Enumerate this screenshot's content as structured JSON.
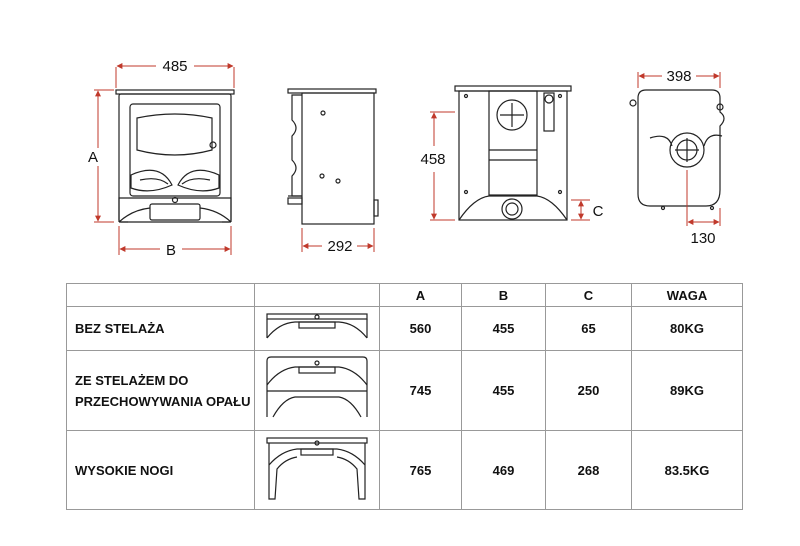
{
  "dimensions": {
    "front_width": "485",
    "front_height_label": "A",
    "front_base_label": "B",
    "side_depth": "292",
    "back_height": "458",
    "back_outlet_label": "C",
    "top_width": "398",
    "top_flue_offset": "130"
  },
  "table": {
    "headers": [
      "",
      "",
      "A",
      "B",
      "C",
      "WAGA"
    ],
    "rows": [
      {
        "label": "BEZ STELAŻA",
        "a": "560",
        "b": "455",
        "c": "65",
        "waga": "80KG"
      },
      {
        "label": "ZE STELAŻEM DO PRZECHOWYWANIA OPAŁU",
        "a": "745",
        "b": "455",
        "c": "250",
        "waga": "89KG"
      },
      {
        "label": "WYSOKIE NOGI",
        "a": "765",
        "b": "469",
        "c": "268",
        "waga": "83.5KG"
      }
    ]
  },
  "colors": {
    "dimension_line": "#c0392b",
    "outline": "#222222",
    "table_border": "#999999"
  }
}
